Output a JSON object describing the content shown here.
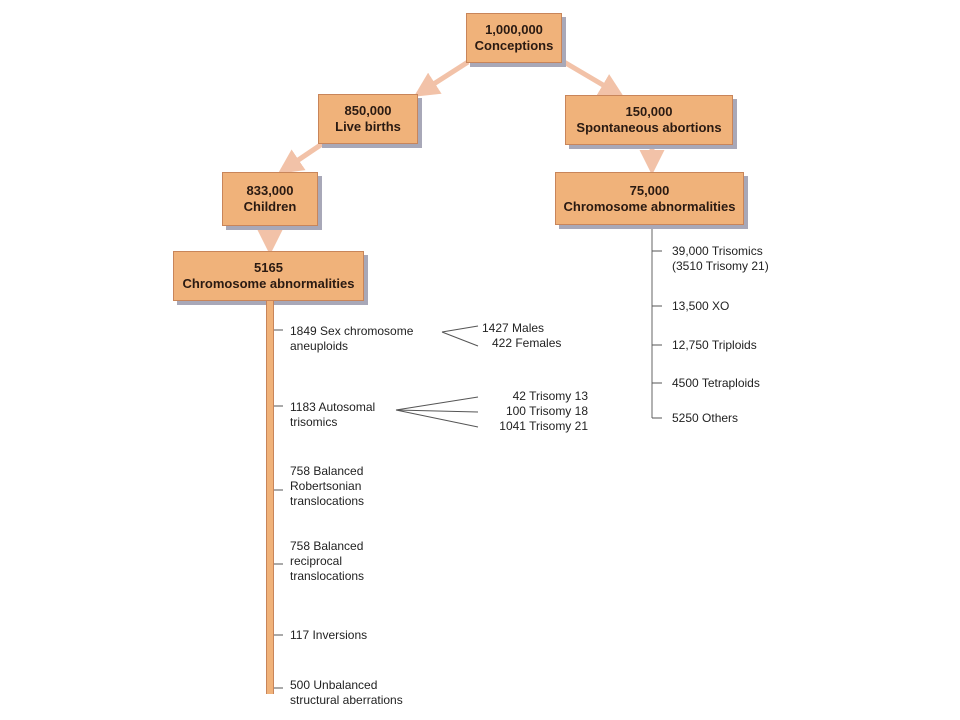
{
  "nodes": {
    "conceptions": {
      "number": "1,000,000",
      "label": "Conceptions"
    },
    "live_births": {
      "number": "850,000",
      "label": "Live births"
    },
    "spontaneous_abortions": {
      "number": "150,000",
      "label": "Spontaneous abortions"
    },
    "children": {
      "number": "833,000",
      "label": "Children"
    },
    "abortion_abnormalities": {
      "number": "75,000",
      "label": "Chromosome abnormalities"
    },
    "child_abnormalities": {
      "number": "5165",
      "label": "Chromosome abnormalities"
    }
  },
  "child_breakdown": [
    {
      "lines": [
        "1849 Sex chromosome",
        "aneuploids"
      ]
    },
    {
      "lines": [
        "1183 Autosomal",
        "trisomics"
      ]
    },
    {
      "lines": [
        "758 Balanced",
        "Robertsonian",
        "translocations"
      ]
    },
    {
      "lines": [
        "758 Balanced",
        "reciprocal",
        "translocations"
      ]
    },
    {
      "lines": [
        "117 Inversions"
      ]
    },
    {
      "lines": [
        "500 Unbalanced",
        "structural aberrations"
      ]
    }
  ],
  "sex_chromosome_split": [
    "1427 Males",
    "422 Females"
  ],
  "autosomal_split": [
    "42 Trisomy 13",
    "100 Trisomy 18",
    "1041 Trisomy 21"
  ],
  "abortion_breakdown": [
    {
      "lines": [
        "39,000 Trisomics",
        "(3510 Trisomy 21)"
      ]
    },
    {
      "lines": [
        "13,500 XO"
      ]
    },
    {
      "lines": [
        "12,750 Triploids"
      ]
    },
    {
      "lines": [
        "4500 Tetraploids"
      ]
    },
    {
      "lines": [
        "5250 Others"
      ]
    }
  ]
}
